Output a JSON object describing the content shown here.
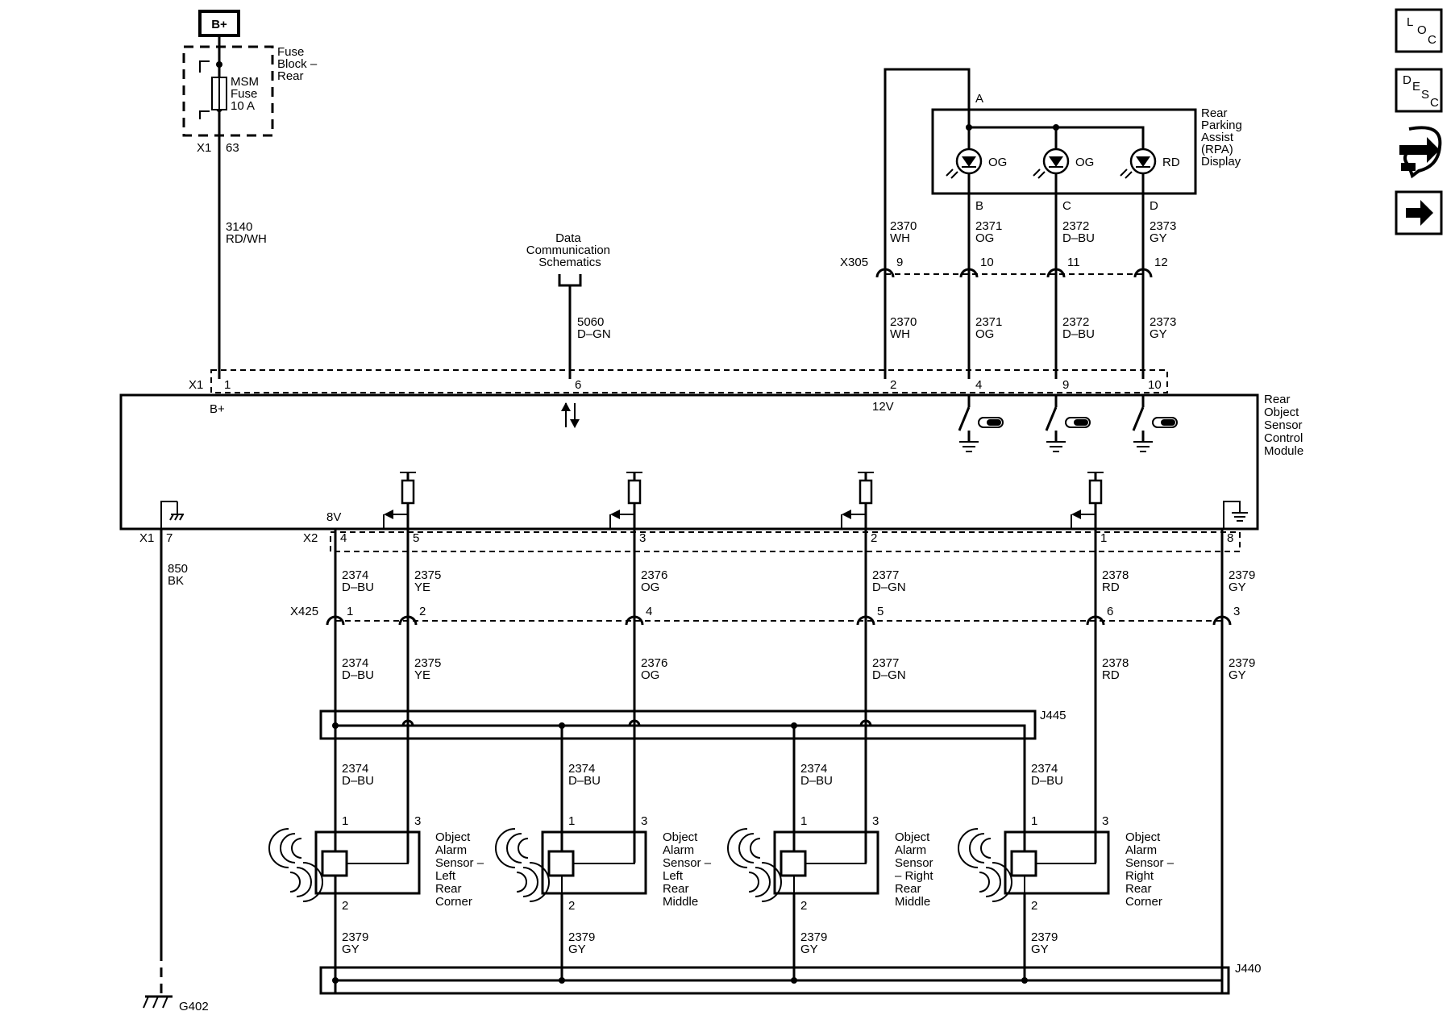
{
  "power": {
    "bplus_label": "B+"
  },
  "fuse_block": {
    "name_lines": [
      "Fuse",
      "Block –",
      "Rear"
    ],
    "fuse_lines": [
      "MSM",
      "Fuse",
      "10 A"
    ],
    "connector": "X1",
    "pin": "63"
  },
  "wire_power": {
    "circuit": "3140",
    "color": "RD/WH"
  },
  "data_comm": {
    "lines": [
      "Data",
      "Communication",
      "Schematics"
    ],
    "circuit": "5060",
    "color": "D–GN"
  },
  "rpa_display": {
    "name_lines": [
      "Rear",
      "Parking",
      "Assist",
      "(RPA)",
      "Display"
    ],
    "pin_a": "A",
    "pins": [
      "B",
      "C",
      "D"
    ],
    "led_colors": [
      "OG",
      "OG",
      "RD"
    ]
  },
  "x305": {
    "label": "X305",
    "pins": [
      "9",
      "10",
      "11",
      "12"
    ],
    "upper_wires": [
      {
        "circuit": "2370",
        "color": "WH"
      },
      {
        "circuit": "2371",
        "color": "OG"
      },
      {
        "circuit": "2372",
        "color": "D–BU"
      },
      {
        "circuit": "2373",
        "color": "GY"
      }
    ],
    "lower_wires": [
      {
        "circuit": "2370",
        "color": "WH"
      },
      {
        "circuit": "2371",
        "color": "OG"
      },
      {
        "circuit": "2372",
        "color": "D–BU"
      },
      {
        "circuit": "2373",
        "color": "GY"
      }
    ]
  },
  "module": {
    "name_lines": [
      "Rear",
      "Object",
      "Sensor",
      "Control",
      "Module"
    ],
    "x1_label": "X1",
    "x1_pins": [
      "1",
      "6",
      "2",
      "4",
      "9",
      "10"
    ],
    "bplus": "B+",
    "v12": "12V",
    "v8": "8V",
    "x1_bottom_label": "X1",
    "x1_bottom_pin": "7",
    "x2_label": "X2",
    "x2_pins": [
      "4",
      "5",
      "3",
      "2",
      "1",
      "8"
    ]
  },
  "ground_wire": {
    "circuit": "850",
    "color": "BK",
    "ground": "G402"
  },
  "x2_wires": [
    {
      "circuit": "2374",
      "color": "D–BU"
    },
    {
      "circuit": "2375",
      "color": "YE"
    },
    {
      "circuit": "2376",
      "color": "OG"
    },
    {
      "circuit": "2377",
      "color": "D–GN"
    },
    {
      "circuit": "2378",
      "color": "RD"
    },
    {
      "circuit": "2379",
      "color": "GY"
    }
  ],
  "x425": {
    "label": "X425",
    "pins": [
      "1",
      "2",
      "4",
      "5",
      "6",
      "3"
    ]
  },
  "x425_wires": [
    {
      "circuit": "2374",
      "color": "D–BU"
    },
    {
      "circuit": "2375",
      "color": "YE"
    },
    {
      "circuit": "2376",
      "color": "OG"
    },
    {
      "circuit": "2377",
      "color": "D–GN"
    },
    {
      "circuit": "2378",
      "color": "RD"
    },
    {
      "circuit": "2379",
      "color": "GY"
    }
  ],
  "splice_j445": "J445",
  "splice_j440": "J440",
  "sensor_feed": {
    "circuit": "2374",
    "color": "D–BU"
  },
  "sensor_ground": {
    "circuit": "2379",
    "color": "GY"
  },
  "sensor_pins": {
    "p1": "1",
    "p2": "2",
    "p3": "3"
  },
  "sensors": [
    {
      "name_lines": [
        "Object",
        "Alarm",
        "Sensor –",
        "Left",
        "Rear",
        "Corner"
      ]
    },
    {
      "name_lines": [
        "Object",
        "Alarm",
        "Sensor –",
        "Left",
        "Rear",
        "Middle"
      ]
    },
    {
      "name_lines": [
        "Object",
        "Alarm",
        "Sensor",
        "– Right",
        "Rear",
        "Middle"
      ]
    },
    {
      "name_lines": [
        "Object",
        "Alarm",
        "Sensor –",
        "Right",
        "Rear",
        "Corner"
      ]
    }
  ],
  "nav_icons": [
    {
      "icon": "loc-icon",
      "letters": [
        "L",
        "O",
        "C"
      ]
    },
    {
      "icon": "desc-icon",
      "letters": [
        "D",
        "E",
        "S",
        "C"
      ]
    },
    {
      "icon": "connector-end-view-icon"
    },
    {
      "icon": "next-arrow-icon"
    }
  ]
}
